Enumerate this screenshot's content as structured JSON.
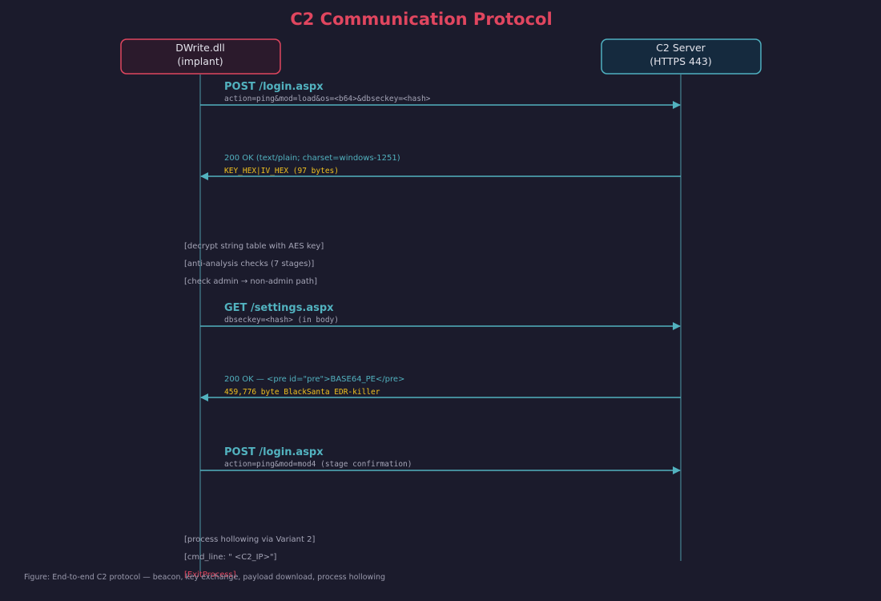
{
  "title": "C2 Communication Protocol",
  "actors": {
    "implant": {
      "name": "DWrite.dll",
      "role": "(implant)"
    },
    "server": {
      "name": "C2 Server",
      "role": "(HTTPS 443)"
    }
  },
  "messages": {
    "beacon": {
      "label": "POST /login.aspx",
      "detail": "action=ping&mod=load&os=<b64>&dbseckey=<hash>"
    },
    "key_response": {
      "label": "200 OK (text/plain; charset=windows-1251)",
      "detail": "KEY_HEX|IV_HEX (97 bytes)"
    },
    "settings_request": {
      "label": "GET /settings.aspx",
      "detail": "dbseckey=<hash> (in body)"
    },
    "payload_response": {
      "label": "200 OK — <pre id=\"pre\">BASE64_PE</pre>",
      "detail": "459,776 byte BlackSanta EDR-killer"
    },
    "confirmation": {
      "label": "POST /login.aspx",
      "detail": "action=ping&mod=mod4 (stage confirmation)"
    }
  },
  "notes": {
    "decrypt": "[decrypt string table with AES key]",
    "anti_analysis": "[anti-analysis checks (7 stages)]",
    "admin_check": "[check admin → non-admin path]",
    "hollowing": "[process hollowing via Variant 2]",
    "cmd_line": "[cmd_line: \" <C2_IP>\"]",
    "exit": "[ExitProcess]"
  },
  "caption": "Figure: End-to-end C2 protocol — beacon, key exchange, payload download, process hollowing",
  "colors": {
    "background": "#1b1b2c",
    "title": "#e0465f",
    "implant_border": "#e0465f",
    "implant_fill": "#2b1a2c",
    "server_border": "#4fb0c0",
    "server_fill": "#152a3e",
    "arrow": "#52b2bf",
    "request_label": "#52b2bf",
    "detail_text": "#a4a4b6",
    "response_label": "#52b2bf",
    "highlight": "#f0c020",
    "note": "#a4a4b6",
    "exit_note": "#e0465f"
  }
}
